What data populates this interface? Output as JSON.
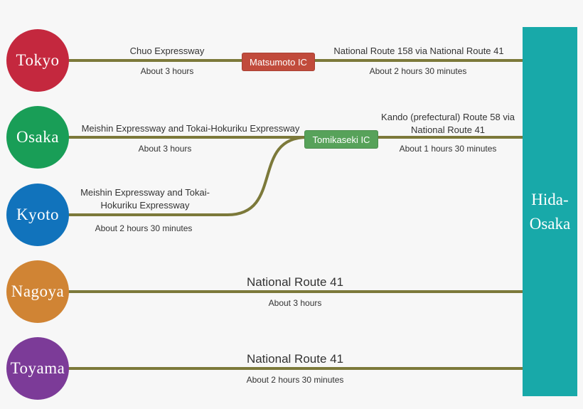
{
  "colors": {
    "background": "#f7f7f7",
    "line": "#7c793a",
    "tokyo": "#c4283e",
    "osaka": "#199e57",
    "kyoto": "#1173bc",
    "nagoya": "#d08434",
    "toyama": "#7c3b98",
    "destination": "#18a9a9",
    "ic_matsumoto": "#c14b3c",
    "ic_tomikaseki": "#57a25a"
  },
  "destination": {
    "name": "Hida-Osaka",
    "line1": "Hida-",
    "line2": "Osaka"
  },
  "routes": [
    {
      "city": "Tokyo",
      "ic": "Matsumoto IC",
      "segments": [
        {
          "road": "Chuo Expressway",
          "time": "About 3 hours"
        },
        {
          "road": "National Route 158 via National Route 41",
          "time": "About 2 hours 30 minutes"
        }
      ]
    },
    {
      "city": "Osaka",
      "ic": "Tomikaseki IC",
      "segments": [
        {
          "road": "Meishin Expressway and Tokai-Hokuriku Expressway",
          "time": "About 3 hours"
        },
        {
          "road": "Kando (prefectural) Route 58 via National Route 41",
          "time": "About 1 hours 30 minutes"
        }
      ]
    },
    {
      "city": "Kyoto",
      "ic": "",
      "segments": [
        {
          "road": "Meishin Expressway and Tokai-Hokuriku Expressway",
          "time": "About 2 hours 30 minutes"
        }
      ]
    },
    {
      "city": "Nagoya",
      "ic": "",
      "segments": [
        {
          "road": "National Route 41",
          "time": "About 3 hours"
        }
      ]
    },
    {
      "city": "Toyama",
      "ic": "",
      "segments": [
        {
          "road": "National Route 41",
          "time": "About 2 hours 30 minutes"
        }
      ]
    }
  ]
}
